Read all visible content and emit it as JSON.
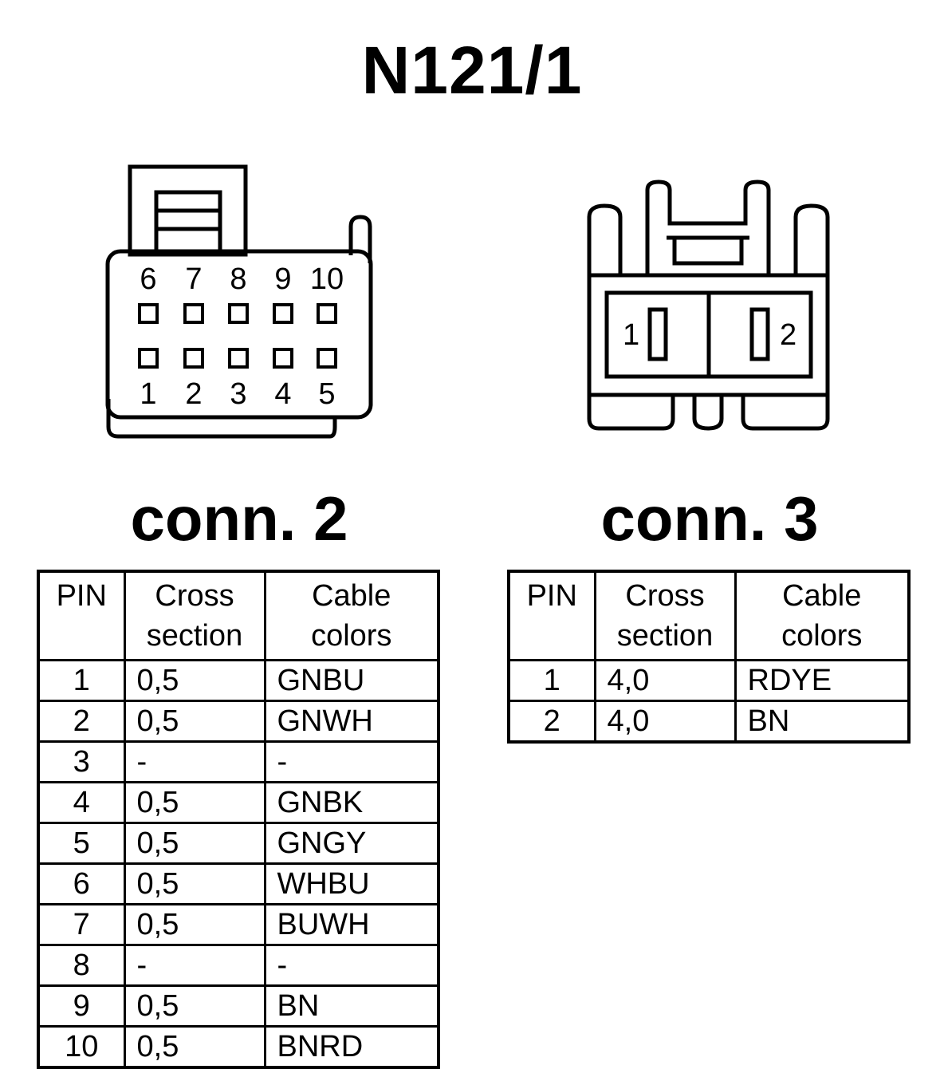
{
  "title": "N121/1",
  "connectors": [
    {
      "label": "conn. 2",
      "pin_labels_top": [
        "6",
        "7",
        "8",
        "9",
        "10"
      ],
      "pin_labels_bottom": [
        "1",
        "2",
        "3",
        "4",
        "5"
      ],
      "table": {
        "headers": {
          "pin": "PIN",
          "cross_1": "Cross",
          "cross_2": "section",
          "color_1": "Cable",
          "color_2": "colors"
        },
        "rows": [
          {
            "pin": "1",
            "cross": "0,5",
            "color": "GNBU"
          },
          {
            "pin": "2",
            "cross": "0,5",
            "color": "GNWH"
          },
          {
            "pin": "3",
            "cross": "-",
            "color": "-"
          },
          {
            "pin": "4",
            "cross": "0,5",
            "color": "GNBK"
          },
          {
            "pin": "5",
            "cross": "0,5",
            "color": "GNGY"
          },
          {
            "pin": "6",
            "cross": "0,5",
            "color": "WHBU"
          },
          {
            "pin": "7",
            "cross": "0,5",
            "color": "BUWH"
          },
          {
            "pin": "8",
            "cross": "-",
            "color": "-"
          },
          {
            "pin": "9",
            "cross": "0,5",
            "color": "BN"
          },
          {
            "pin": "10",
            "cross": "0,5",
            "color": "BNRD"
          }
        ]
      }
    },
    {
      "label": "conn. 3",
      "pin_labels": [
        "1",
        "2"
      ],
      "table": {
        "headers": {
          "pin": "PIN",
          "cross_1": "Cross",
          "cross_2": "section",
          "color_1": "Cable",
          "color_2": "colors"
        },
        "rows": [
          {
            "pin": "1",
            "cross": "4,0",
            "color": "RDYE"
          },
          {
            "pin": "2",
            "cross": "4,0",
            "color": "BN"
          }
        ]
      }
    }
  ]
}
